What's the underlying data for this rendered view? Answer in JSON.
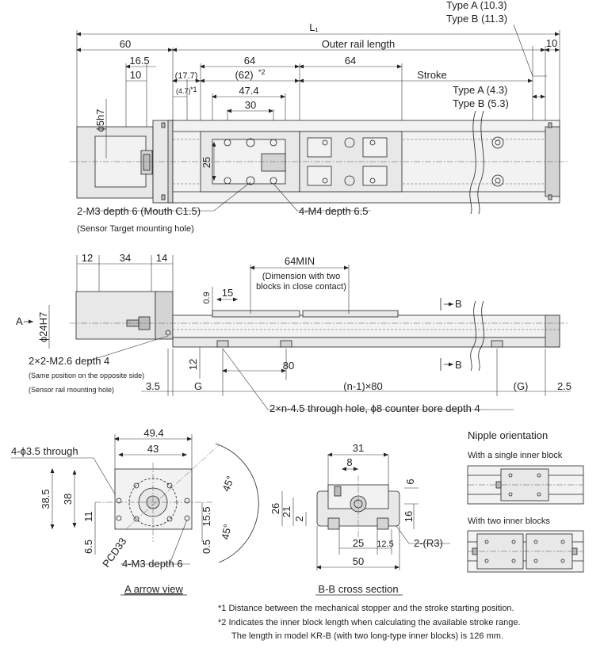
{
  "top_view": {
    "type_a_top": "Type A (10.3)",
    "type_b_top": "Type B (11.3)",
    "l1": "L₁",
    "outer_rail_length": "Outer rail length",
    "d60": "60",
    "d10_right": "10",
    "d16_5": "16.5",
    "d10": "10",
    "d17_7": "(17.7)",
    "d4_7": "(4.7)",
    "star1": "*1",
    "d64a": "64",
    "d62": "(62)",
    "star2": "*2",
    "d47_4": "47.4",
    "d30": "30",
    "d64b": "64",
    "stroke": "Stroke",
    "type_a_mid": "Type A (4.3)",
    "type_b_mid": "Type B (5.3)",
    "phi5h7": "ϕ5h7",
    "d25": "25",
    "m3_label": "2-M3 depth 6 (Mouth C1.5)",
    "m3_sub": "(Sensor Target mounting hole)",
    "m4_label": "4-M4 depth 6.5"
  },
  "side_view": {
    "d12": "12",
    "d34": "34",
    "d14": "14",
    "min64": "64MIN",
    "min_note1": "(Dimension with two",
    "min_note2": "blocks in close contact)",
    "d0_9": "0.9",
    "d15": "15",
    "a_arrow": "A",
    "phi24h7": "ϕ24H7",
    "b_top": "B",
    "b_bottom": "B",
    "m2_label": "2×2-M2.6 depth 4",
    "m2_sub1": "(Same position on the opposite side)",
    "m2_sub2": "(Sensor rail mounting hole)",
    "d12v": "12",
    "d80": "80",
    "d3_5": "3.5",
    "g": "G",
    "n80": "(n-1)×80",
    "g_paren": "(G)",
    "d2_5": "2.5",
    "through_hole": "2×n-4.5 through hole, ϕ8 counter bore depth 4"
  },
  "arrow_view": {
    "d49_4": "49.4",
    "d43": "43",
    "through": "4-ϕ3.5 through",
    "d45a": "45°",
    "d38_5": "38.5",
    "d38": "38",
    "d11": "11",
    "d15_5": "15.5",
    "d6_5": "6.5",
    "d0_5": "0.5",
    "d45b": "45°",
    "pcd": "PCD33",
    "m3": "4-M3 depth 6",
    "title": "A arrow view"
  },
  "bb_section": {
    "d31": "31",
    "d8": "8",
    "d6": "6",
    "d26": "26",
    "d21": "21",
    "d2": "2",
    "d16": "16",
    "d25": "25",
    "d12_5": "12.5",
    "r3": "2-(R3)",
    "d50": "50",
    "title": "B-B cross section"
  },
  "nipple": {
    "title": "Nipple orientation",
    "single": "With a single inner block",
    "two": "With two inner blocks"
  },
  "notes": {
    "n1": "*1 Distance between the mechanical stopper and the stroke starting position.",
    "n2": "*2 Indicates the inner block length when calculating the available stroke range.",
    "n3": "The length in model KR-B (with two long-type inner blocks) is 126 mm."
  }
}
